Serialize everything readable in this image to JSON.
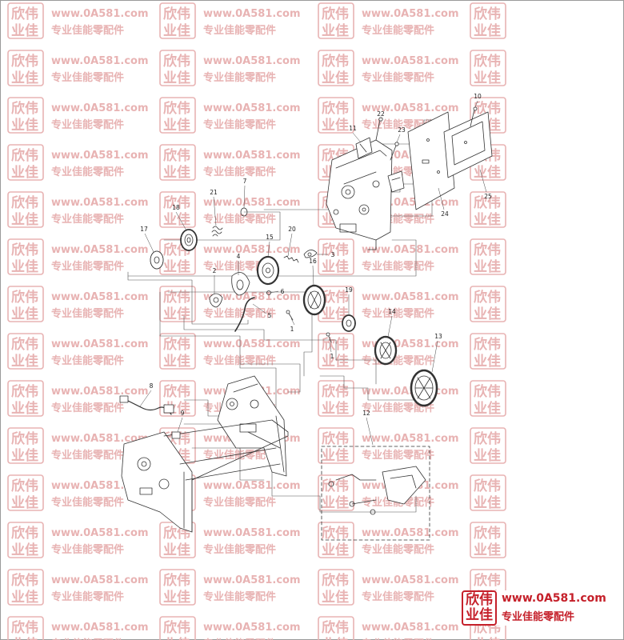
{
  "watermark": {
    "logo_top": "欣伟",
    "logo_bottom": "业佳",
    "url": "www.0A581.com",
    "slogan": "专业佳能零配件",
    "color": "#e8b3b3"
  },
  "callouts": {
    "c1a": "1",
    "c1b": "1",
    "c2": "2",
    "c3": "3",
    "c4": "4",
    "c5": "5",
    "c6": "6",
    "c7": "7",
    "c8": "8",
    "c9": "9",
    "c10": "10",
    "c11": "11",
    "c12": "12",
    "c13": "13",
    "c14": "14",
    "c15": "15",
    "c16": "16",
    "c17": "17",
    "c18": "18",
    "c19": "19",
    "c20": "20",
    "c21": "21",
    "c22": "22",
    "c23": "23",
    "c24": "24",
    "c25": "25"
  },
  "brand": {
    "logo_top": "欣伟",
    "logo_bottom": "业佳",
    "url": "www.0A581.com",
    "slogan": "专业佳能零配件",
    "color": "#c5202a"
  }
}
